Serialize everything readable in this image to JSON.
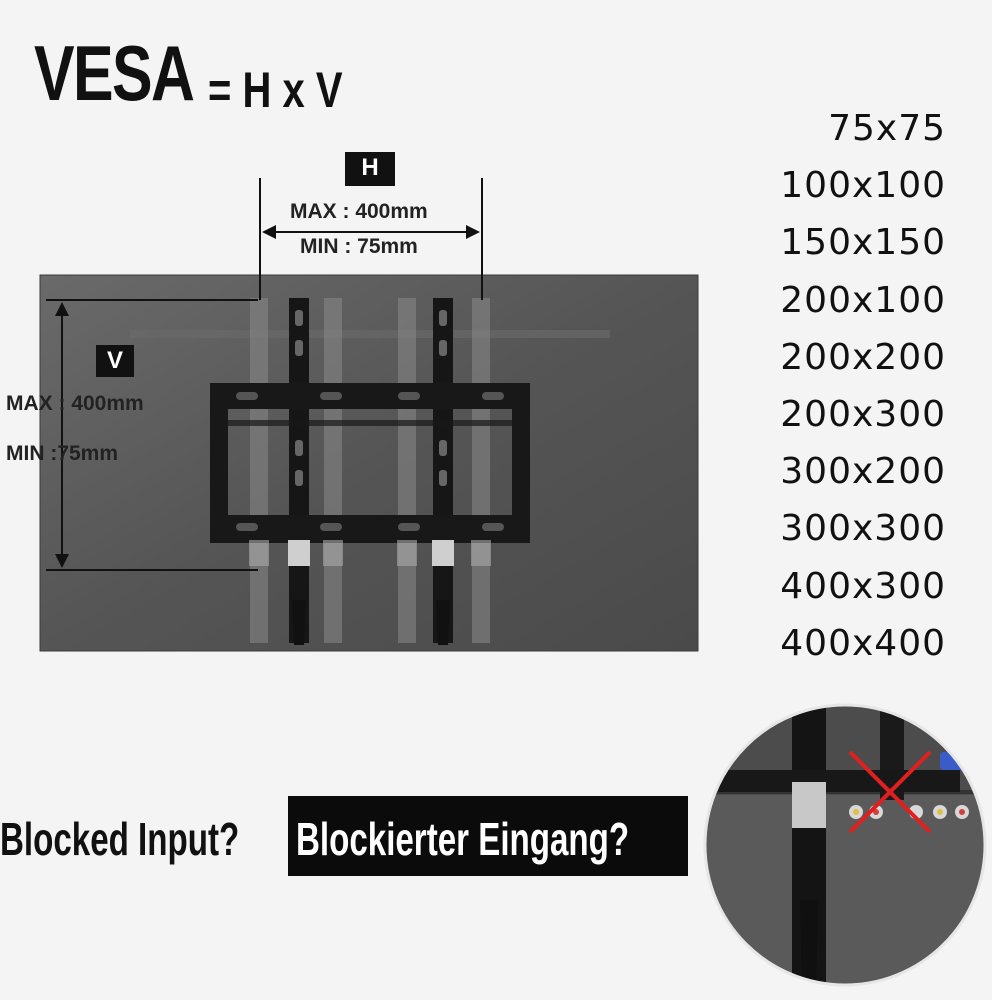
{
  "title": {
    "vesa": "VESA",
    "equation": "= H x V"
  },
  "horizontal": {
    "tag": "H",
    "max": "MAX :  400mm",
    "min": "MIN :  75mm"
  },
  "vertical": {
    "tag": "V",
    "max": "MAX : 400mm",
    "min": "MIN :75mm"
  },
  "vesa_sizes": [
    "75x75",
    "100x100",
    "150x150",
    "200x100",
    "200x200",
    "200x300",
    "300x200",
    "300x300",
    "400x300",
    "400x400"
  ],
  "question": {
    "en": "Blocked Input?",
    "de": "Blockierter Eingang?"
  },
  "colors": {
    "tv_panel": "#5c5c5c",
    "bracket": "#161616",
    "cross": "#e02020",
    "label_bg": "#111111"
  }
}
